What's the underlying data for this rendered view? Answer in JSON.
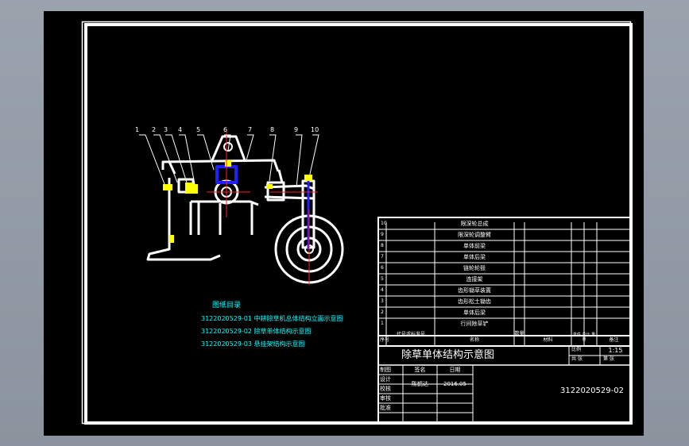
{
  "colors": {
    "background": "#000000",
    "frame": "#ffffff",
    "catalog_text": "#00ffff",
    "part_yellow": "#ffff00",
    "part_blue": "#2020ff",
    "centerline": "#ff2020",
    "desktop": "#9aa3ad"
  },
  "part_callouts": [
    "1",
    "2",
    "3",
    "4",
    "5",
    "6",
    "7",
    "8",
    "9",
    "10"
  ],
  "catalog": {
    "heading": "图纸目录",
    "entries": [
      "3122020529-01 中耕除草机总体结构立面示意图",
      "3122020529-02 除草单体结构示意图",
      "3122020529-03 悬挂架结构示意图"
    ]
  },
  "parts_list": {
    "rows": [
      {
        "no": "10",
        "name": "限深轮总成"
      },
      {
        "no": "9",
        "name": "限深轮调整臂"
      },
      {
        "no": "8",
        "name": "单体前梁"
      },
      {
        "no": "7",
        "name": "单体后梁"
      },
      {
        "no": "6",
        "name": "链轮轮毂"
      },
      {
        "no": "5",
        "name": "连接架"
      },
      {
        "no": "4",
        "name": "齿形锄草装置"
      },
      {
        "no": "3",
        "name": "齿形松土锄齿"
      },
      {
        "no": "2",
        "name": "单体后梁"
      },
      {
        "no": "1",
        "name": "行间除草铲"
      }
    ],
    "header": {
      "no": "序号",
      "code": "代号或标准号",
      "name": "名称",
      "qty": "数量",
      "material": "材料",
      "weight": "单件 总计 重量",
      "remark": "备注"
    }
  },
  "title_block": {
    "title": "除草单体结构示意图",
    "scale_label": "比例",
    "scale_value": "1:15",
    "sheet_left": "共 张",
    "sheet_right": "第 张",
    "drawing_no": "3122020529-02",
    "sign_header": "签名",
    "date_header": "日期",
    "roles": [
      "制图",
      "设计",
      "校核",
      "审核",
      "批准"
    ],
    "designer": "陈鹤达",
    "date": "2016.05"
  }
}
